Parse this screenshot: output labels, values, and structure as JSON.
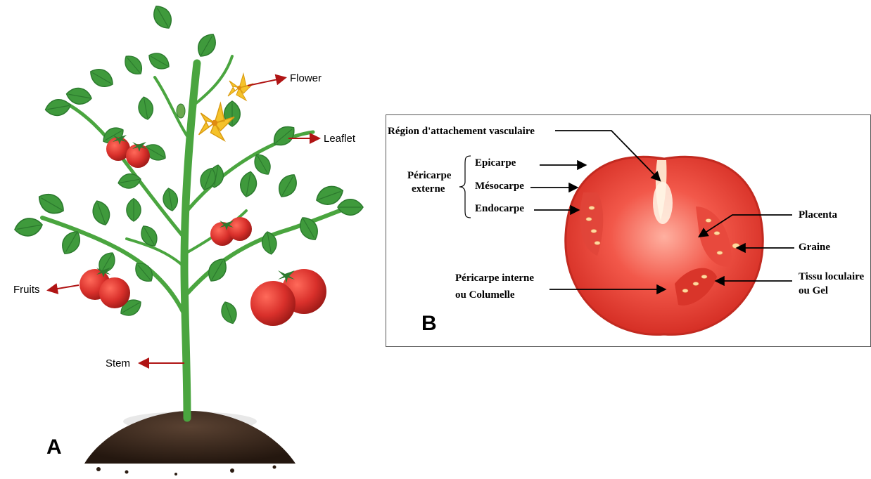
{
  "panel_a": {
    "letter": "A",
    "labels": {
      "flower": "Flower",
      "leaflet": "Leaflet",
      "fruits": "Fruits",
      "stem": "Stem"
    }
  },
  "panel_b": {
    "letter": "B",
    "labels": {
      "vascular": "Région d'attachement vasculaire",
      "pericarp_ext_1": "Péricarpe",
      "pericarp_ext_2": "externe",
      "epicarp": "Epicarpe",
      "mesocarp": "Mésocarpe",
      "endocarp": "Endocarpe",
      "placenta": "Placenta",
      "seed": "Graine",
      "locular_1": "Tissu loculaire",
      "locular_2": "ou Gel",
      "columella_1": "Péricarpe interne",
      "columella_2": "ou Columelle"
    }
  },
  "colors": {
    "leaf": "#3f9a3c",
    "leaf_dark": "#2c7a2e",
    "stem": "#4aa53f",
    "tomato": "#d9302b",
    "flower": "#f5c22a",
    "soil": "#3a2a1f",
    "annotation_arrow": "#b01414"
  }
}
